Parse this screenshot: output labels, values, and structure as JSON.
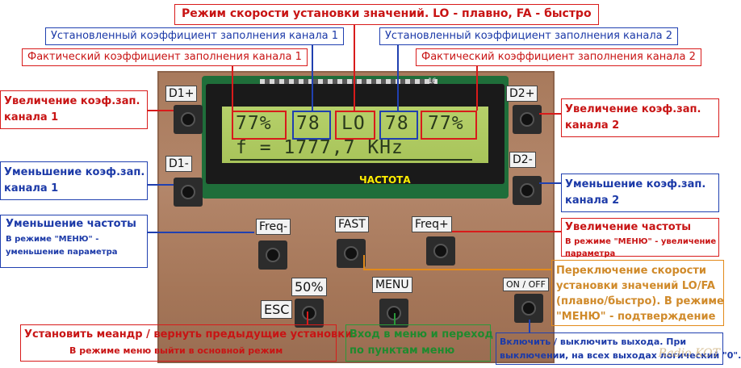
{
  "top_labels": {
    "speed_mode": "Режим скорости установки значений. LO - плавно, FA - быстро",
    "set_duty_ch1": "Установленный коэффициент заполнения канала 1",
    "set_duty_ch2": "Установленный коэффициент заполнения канала 2",
    "actual_duty_ch1": "Фактический коэффициент заполнения канала 1",
    "actual_duty_ch2": "Фактический коэффициент заполнения канала 2"
  },
  "side_labels": {
    "increase_ch1": [
      "Увеличение  коэф.зап.",
      "канала 1"
    ],
    "decrease_ch1": [
      "Уменьшение  коэф.зап.",
      "канала 1"
    ],
    "increase_ch2": [
      "Увеличение  коэф.зап.",
      "канала 2"
    ],
    "decrease_ch2": [
      "Уменьшение  коэф.зап.",
      "канала 2"
    ],
    "decrease_freq_title": "Уменьшение частоты",
    "decrease_freq_note": [
      "В режиме \"МЕНЮ\" -",
      "уменьшение параметра"
    ],
    "increase_freq_title": "Увеличение частоты",
    "increase_freq_note": [
      "В режиме \"МЕНЮ\" - увеличение",
      "параметра"
    ],
    "fast_toggle": [
      "Переключение скорости",
      "установки значений LO/FA",
      "(плавно/быстро). В режиме",
      "\"МЕНЮ\" - подтверждение"
    ]
  },
  "bottom_labels": {
    "esc_line1": "Установить меандр / вернуть предыдущие установки.",
    "esc_line2": "В режиме меню выйти в основной режим",
    "menu_line1": "Вход в меню и переход",
    "menu_line2": "по пунктам меню",
    "onoff_line1": "Включить / выключить выхода. При",
    "onoff_line2": "выключении, на всех выходах логический \"0\"."
  },
  "lcd": {
    "row1": "77% 78 LO 78 77%",
    "row2": "f = 1777,7 KHz",
    "actual_ch1": "77%",
    "set_ch1": "78",
    "mode": "LO",
    "set_ch2": "78",
    "actual_ch2": "77%",
    "pin_number": "16"
  },
  "board": {
    "frequency_label": "ЧАСТОТА",
    "buttons": {
      "d1_plus": "D1+",
      "d1_minus": "D1-",
      "d2_plus": "D2+",
      "d2_minus": "D2-",
      "freq_minus": "Freq-",
      "fast": "FAST",
      "freq_plus": "Freq+",
      "fifty": "50%",
      "menu": "MENU",
      "onoff": "ON / OFF",
      "esc": "ESC"
    }
  },
  "watermark": "Radio KOT",
  "colors": {
    "red": "#d81b1b",
    "blue": "#2040b0",
    "green": "#2a9a3a",
    "orange": "#e38a1a",
    "lcd_bg": "#b0ca62",
    "freq_label": "#ffee00"
  }
}
